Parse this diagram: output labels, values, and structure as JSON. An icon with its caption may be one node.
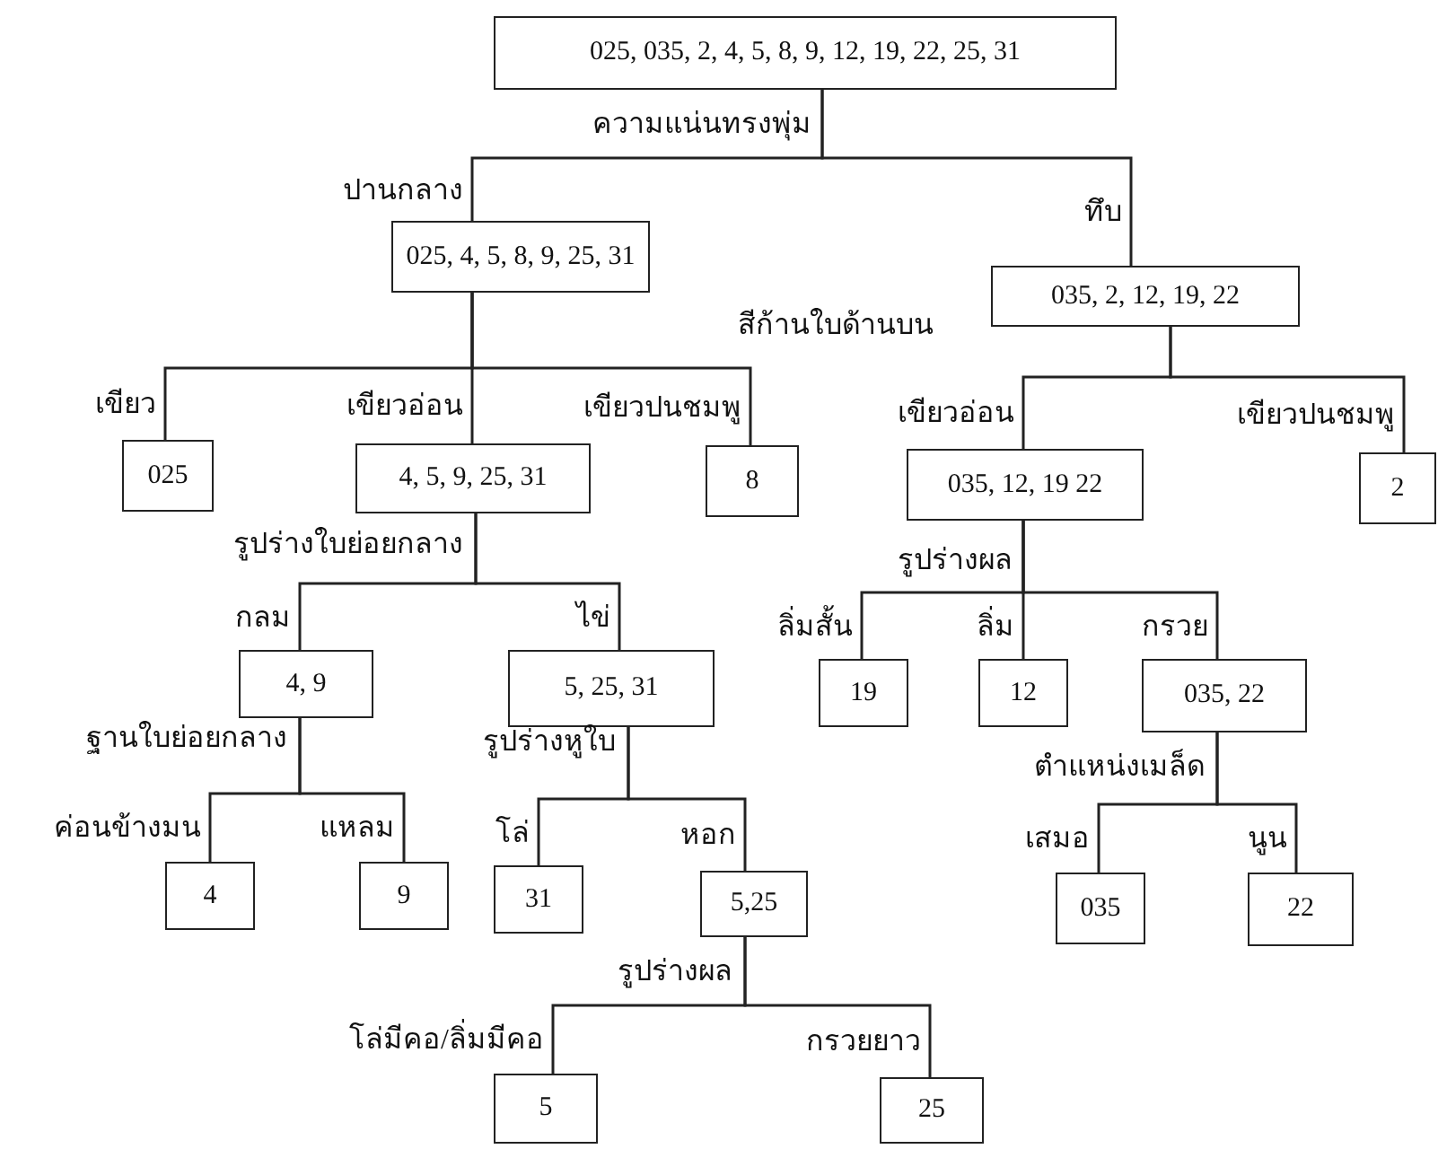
{
  "diagram": {
    "nodes": [
      {
        "text": [
          "025, 035, 2, 4, 5, 8, 9, 12, 19, 22, 25, 31"
        ],
        "beside": [
          "ความแน่นทรงพุ่ม"
        ]
      },
      {
        "text": [
          "025, 4, 5, 8, 9, 25, 31"
        ]
      },
      {
        "text": [
          "035, 2, 12, 19, 22"
        ]
      },
      {
        "text": [
          "025"
        ]
      },
      {
        "text": [
          "4, 5, 9, 25, 31"
        ],
        "beside": [
          "รูปร่างใบย่อยกลาง"
        ]
      },
      {
        "text": [
          "8"
        ]
      },
      {
        "text": [
          "035, 12, 19 22"
        ],
        "beside": [
          "รูปร่างผล"
        ]
      },
      {
        "text": [
          "2"
        ]
      },
      {
        "text": [
          "4, 9"
        ],
        "beside": [
          "ฐานใบย่อยกลาง"
        ]
      },
      {
        "text": [
          "5, 25, 31"
        ],
        "beside": [
          "รูปร่างหูใบ"
        ]
      },
      {
        "text": [
          "19"
        ]
      },
      {
        "text": [
          "12"
        ]
      },
      {
        "text": [
          "035, 22"
        ],
        "beside": [
          "ตำแหน่งเมล็ด"
        ]
      },
      {
        "text": [
          "4"
        ]
      },
      {
        "text": [
          "9"
        ]
      },
      {
        "text": [
          "31"
        ]
      },
      {
        "text": [
          "5,25"
        ],
        "beside": [
          "รูปร่างผล"
        ]
      },
      {
        "text": [
          "035"
        ]
      },
      {
        "text": [
          "22"
        ]
      },
      {
        "text": [
          "5"
        ]
      },
      {
        "text": [
          "25"
        ]
      }
    ],
    "edges": [
      {
        "from": 0,
        "to": 1,
        "arrow": "none",
        "label": "ปานกลาง"
      },
      {
        "from": 0,
        "to": 2,
        "arrow": "none",
        "label": "ทึบ"
      },
      {
        "from": 1,
        "to": 3,
        "arrow": "none",
        "label": "เขียว"
      },
      {
        "from": 1,
        "to": 4,
        "arrow": "none",
        "label": "เขียวอ่อน"
      },
      {
        "from": 1,
        "to": 5,
        "arrow": "none",
        "label": "เขียวปนชมพู"
      },
      {
        "from": 2,
        "to": 6,
        "arrow": "none",
        "label": "เขียวอ่อน"
      },
      {
        "from": 2,
        "to": 7,
        "arrow": "none",
        "label": "เขียวปนชมพู"
      },
      {
        "from": 4,
        "to": 8,
        "arrow": "none",
        "label": "กลม"
      },
      {
        "from": 4,
        "to": 9,
        "arrow": "none",
        "label": "ไข่"
      },
      {
        "from": 6,
        "to": 10,
        "arrow": "none",
        "label": "ลิ่มสั้น"
      },
      {
        "from": 6,
        "to": 11,
        "arrow": "none",
        "label": "ลิ่ม"
      },
      {
        "from": 6,
        "to": 12,
        "arrow": "none",
        "label": "กรวย"
      },
      {
        "from": 8,
        "to": 13,
        "arrow": "none",
        "label": "ค่อนข้างมน"
      },
      {
        "from": 8,
        "to": 14,
        "arrow": "none",
        "label": "แหลม"
      },
      {
        "from": 9,
        "to": 15,
        "arrow": "none",
        "label": "โล่"
      },
      {
        "from": 9,
        "to": 16,
        "arrow": "none",
        "label": "หอก"
      },
      {
        "from": 12,
        "to": 17,
        "arrow": "none",
        "label": "เสมอ"
      },
      {
        "from": 12,
        "to": 18,
        "arrow": "none",
        "label": "นูน"
      },
      {
        "from": 16,
        "to": 19,
        "arrow": "none",
        "label": "โล่มีคอ/ลิ่มมีคอ"
      },
      {
        "from": 16,
        "to": 20,
        "arrow": "none",
        "label": "กรวยยาว"
      }
    ],
    "labels": [
      "สีก้านใบด้านบน"
    ]
  }
}
